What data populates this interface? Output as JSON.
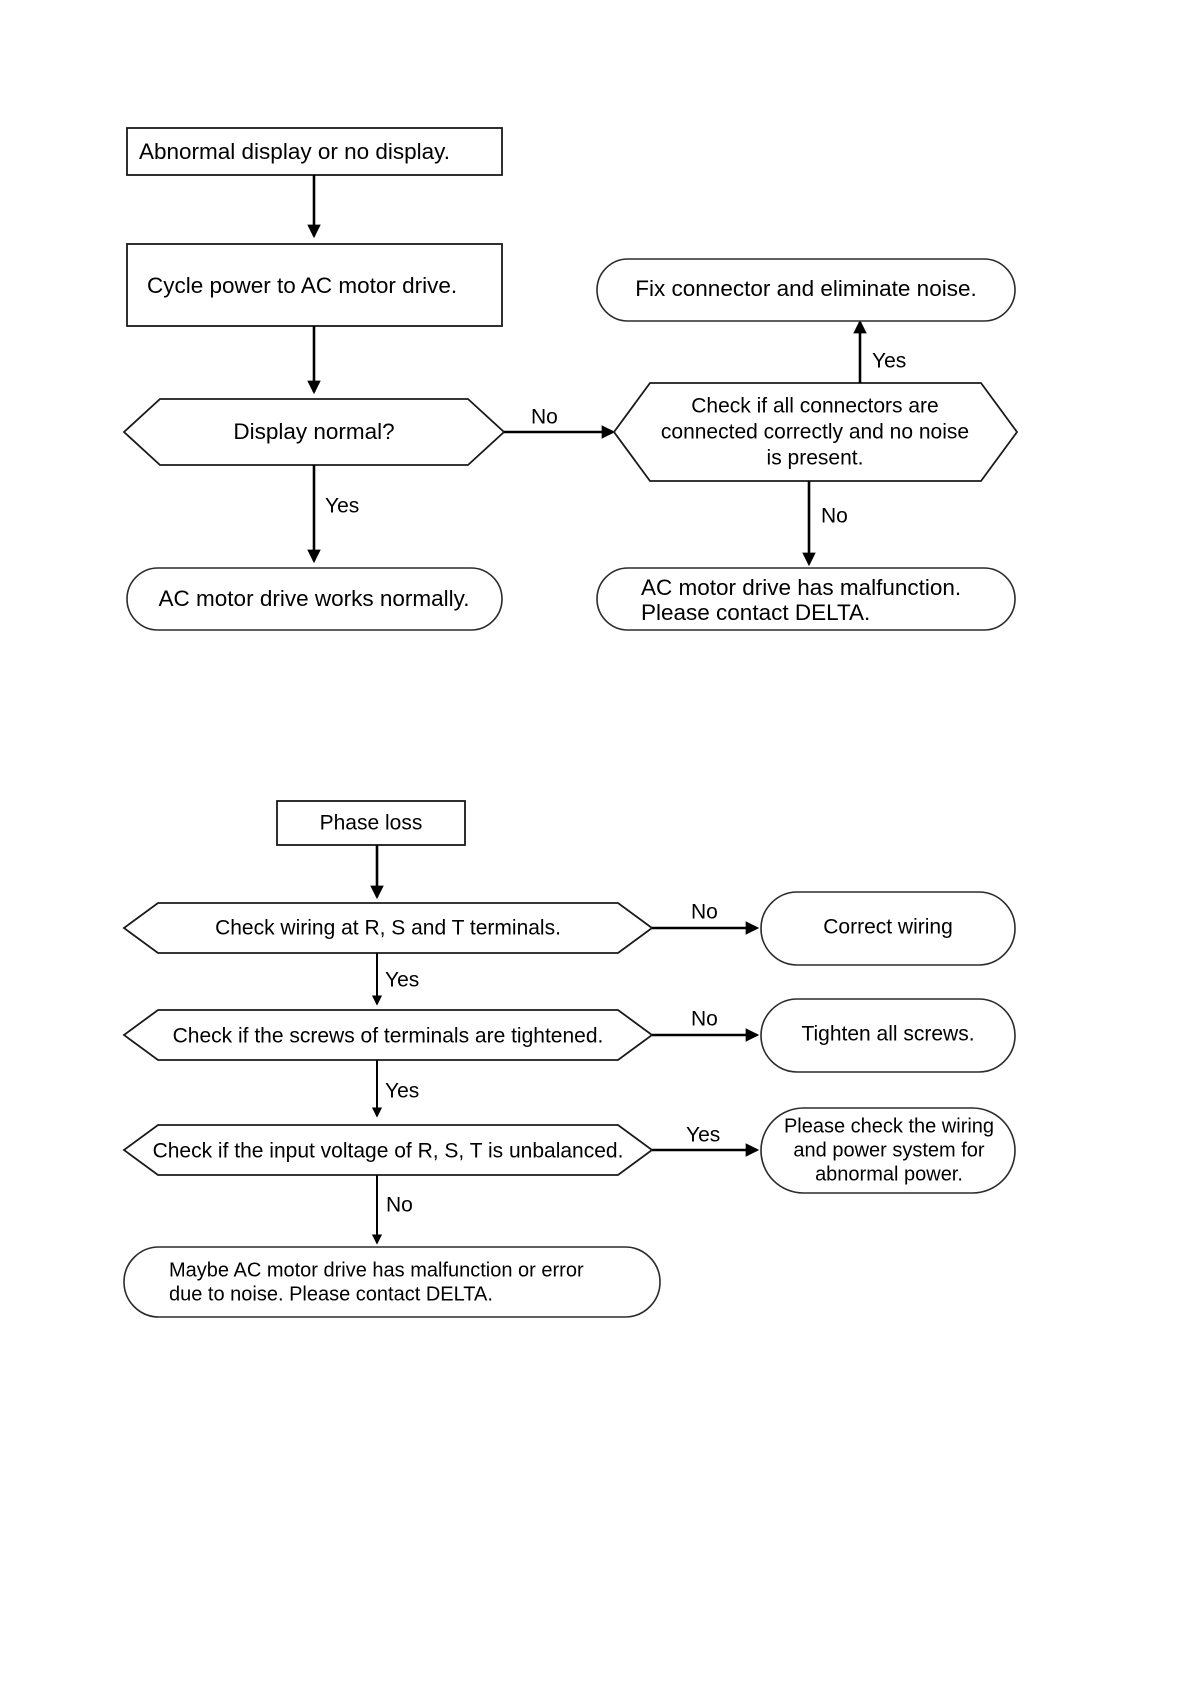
{
  "document": {
    "title": "AC Motor Drive Troubleshooting Flowcharts",
    "background_color": "#ffffff",
    "line_color": "#000000",
    "text_color": "#000000"
  },
  "flowchart_1": {
    "name": "Abnormal display or no display",
    "nodes": {
      "start": {
        "shape": "rectangle",
        "text": "Abnormal display or no display."
      },
      "action_cycle_power": {
        "shape": "rectangle",
        "text": "Cycle power to AC motor drive."
      },
      "decision_display_normal": {
        "shape": "hexagon",
        "text": "Display normal?"
      },
      "terminal_works_normally": {
        "shape": "stadium",
        "text": "AC motor drive works normally."
      },
      "decision_check_connectors": {
        "shape": "hexagon",
        "line1": "Check if all connectors are",
        "line2": "connected correctly and no noise",
        "line3": "is present."
      },
      "terminal_fix_connector": {
        "shape": "stadium",
        "text": "Fix connector and eliminate noise."
      },
      "terminal_malfunction": {
        "shape": "stadium",
        "line1": "AC motor drive has malfunction.",
        "line2": "Please contact DELTA."
      }
    },
    "edges": {
      "display_normal_yes": "Yes",
      "display_normal_no": "No",
      "connectors_yes": "Yes",
      "connectors_no": "No"
    }
  },
  "flowchart_2": {
    "name": "Phase loss",
    "nodes": {
      "start": {
        "shape": "rectangle",
        "text": "Phase loss"
      },
      "decision_wiring": {
        "shape": "hexagon",
        "text": "Check wiring at R, S and T terminals."
      },
      "terminal_correct_wiring": {
        "shape": "stadium",
        "text": "Correct wiring"
      },
      "decision_screws": {
        "shape": "hexagon",
        "text": "Check if the screws of terminals are tightened."
      },
      "terminal_tighten_screws": {
        "shape": "stadium",
        "text": "Tighten all screws."
      },
      "decision_voltage": {
        "shape": "hexagon",
        "text": "Check if the input voltage of R, S, T is unbalanced."
      },
      "terminal_check_power": {
        "shape": "stadium",
        "line1": "Please check the wiring",
        "line2": "and power system for",
        "line3": "abnormal power."
      },
      "terminal_noise_malfunction": {
        "shape": "stadium",
        "line1": "Maybe AC motor drive has malfunction or error",
        "line2": "due to noise. Please contact DELTA."
      }
    },
    "edges": {
      "wiring_no": "No",
      "wiring_yes": "Yes",
      "screws_no": "No",
      "screws_yes": "Yes",
      "voltage_yes": "Yes",
      "voltage_no": "No"
    }
  }
}
